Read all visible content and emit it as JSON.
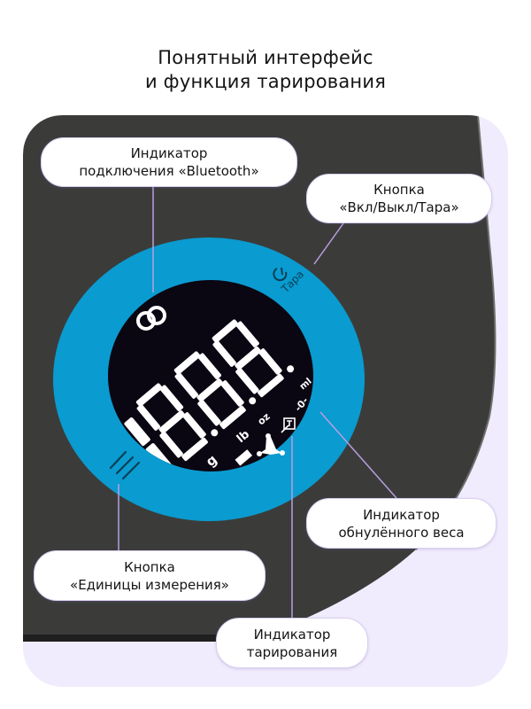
{
  "header": {
    "title_line1": "Понятный интерфейс",
    "title_line2": "и функция тарирования"
  },
  "colors": {
    "panel_background": "#f1ecfd",
    "scale_body": "#3b3c3a",
    "scale_edge": "#1f201f",
    "dial_ring": "#0a9bd0",
    "display": "#0a0612",
    "segments": "#ffffff",
    "leader_lines": "#b79fe0"
  },
  "display": {
    "digits": "18.8.8.8",
    "units": [
      "g",
      "lb",
      "oz",
      "ml"
    ],
    "zero_indicator": "-0-",
    "bluetooth_icon": "bluetooth-link-icon",
    "tare_icon": "tare-flask-icon",
    "tare_box_icon": "tare-box-icon",
    "minus_segment": "-"
  },
  "dial": {
    "power_label": "Тара",
    "power_icon": "power-icon",
    "units_icon": "units-slashes-icon"
  },
  "callouts": {
    "bluetooth": {
      "line1": "Индикатор",
      "line2": "подключения «Bluetooth»"
    },
    "power": {
      "line1": "Кнопка",
      "line2": "«Вкл/Выкл/Тара»"
    },
    "zero": {
      "line1": "Индикатор",
      "line2": "обнулённого веса"
    },
    "units": {
      "line1": "Кнопка",
      "line2": "«Единицы измерения»"
    },
    "tare": {
      "line1": "Индикатор",
      "line2": "тарирования"
    }
  }
}
